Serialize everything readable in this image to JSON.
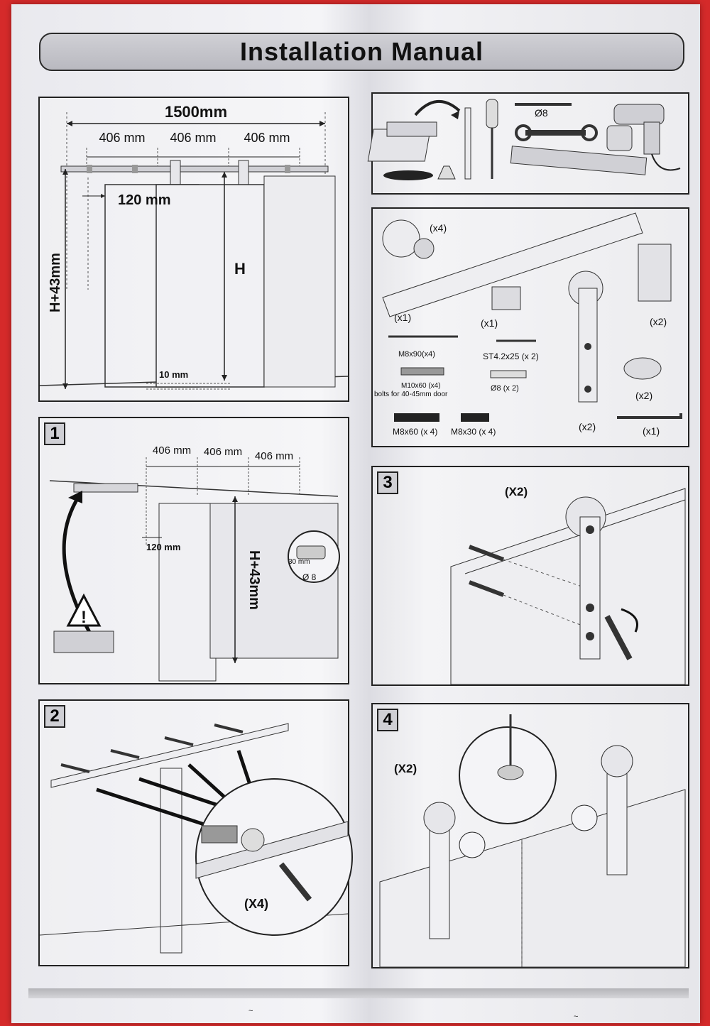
{
  "title": "Installation Manual",
  "overview": {
    "total_width": "1500mm",
    "spacing": [
      "406 mm",
      "406 mm",
      "406 mm"
    ],
    "offset": "120 mm",
    "height_mount": "H+43mm",
    "door_height": "H",
    "floor_gap": "10 mm"
  },
  "tools": {
    "drill_bit": "Ø8"
  },
  "parts": {
    "stopper_qty": "(x4)",
    "rail_qty": "(x1)",
    "stop_qty": "(x1)",
    "guide_qty": "(x2)",
    "screw1": "M8x90(x4)",
    "screw2": "ST4.2x25 (x 2)",
    "bolts_label": "M10x60 (x4)",
    "bolts_note": "bolts for 40-45mm door",
    "anchor": "Ø8 (x 2)",
    "wheel_qty": "(x2)",
    "hanger_qty": "(x2)",
    "bolt_a": "M8x60 (x 4)",
    "bolt_b": "M8x30 (x 4)",
    "key_qty": "(x1)"
  },
  "steps": {
    "s1": {
      "num": "1",
      "spacing": [
        "406 mm",
        "406 mm",
        "406 mm"
      ],
      "offset": "120 mm",
      "height": "H+43mm",
      "depth": "30 mm",
      "bit": "Ø 8",
      "warning": "!"
    },
    "s2": {
      "num": "2",
      "qty": "(X4)"
    },
    "s3": {
      "num": "3",
      "qty": "(X2)"
    },
    "s4": {
      "num": "4",
      "qty": "(X2)"
    }
  }
}
